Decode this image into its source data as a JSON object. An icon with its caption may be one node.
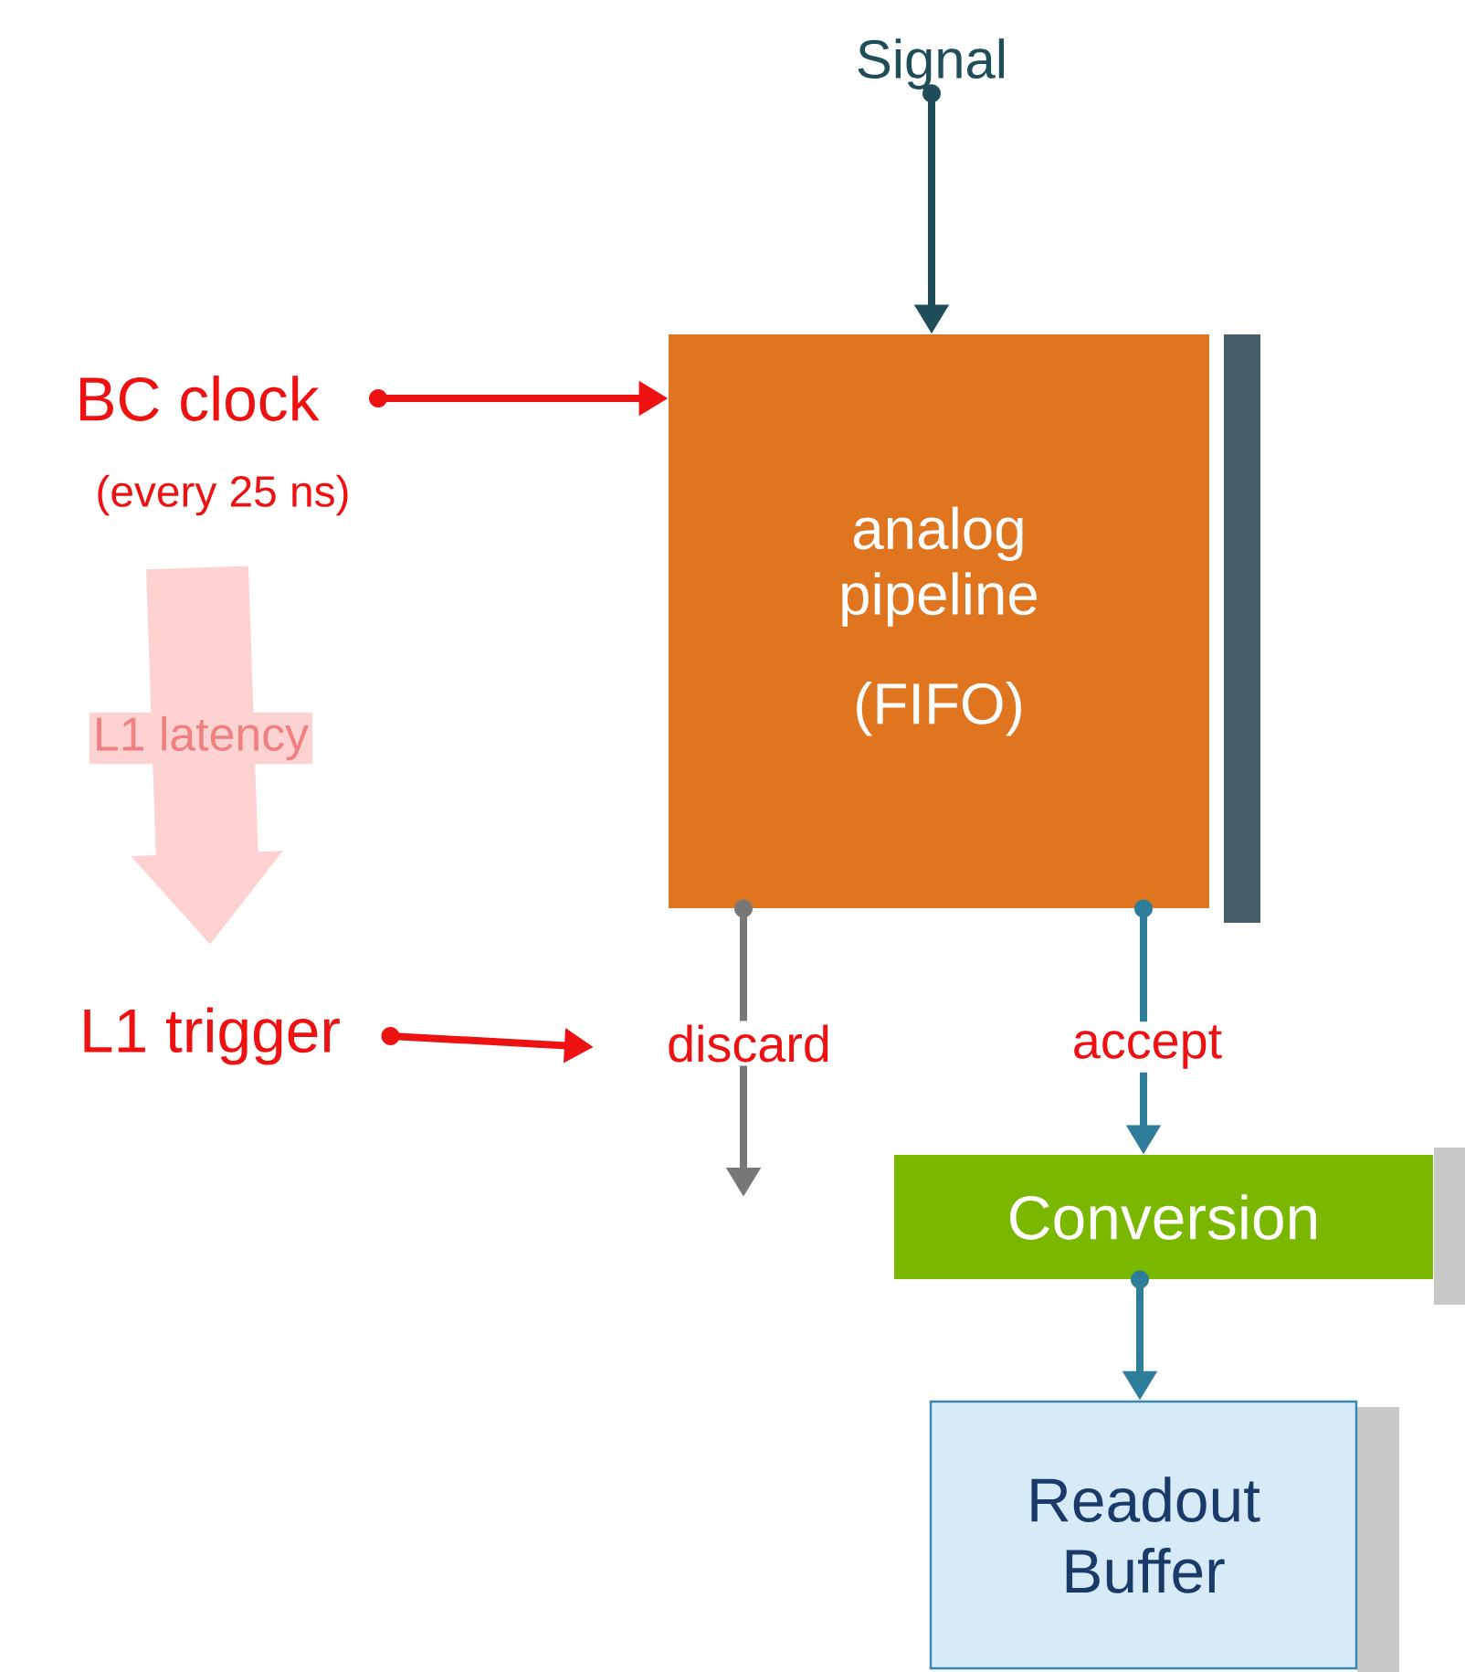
{
  "diagram": {
    "nodes": [
      {
        "text": [
          "Signal"
        ]
      },
      {
        "text": [
          "BC clock"
        ],
        "beside": [
          "(every 25 ns)"
        ]
      },
      {
        "text": [
          "analog pipeline",
          "(FIFO)"
        ]
      },
      {
        "text": [
          "L1 trigger"
        ]
      },
      {
        "text": [
          "Conversion"
        ]
      },
      {
        "text": [
          "Readout Buffer"
        ]
      }
    ],
    "edges": [
      {
        "from": 0,
        "to": 2,
        "arrow": "to",
        "color": "#1f4e5a"
      },
      {
        "from": 1,
        "to": 2,
        "arrow": "to",
        "color": "#ee1111"
      },
      {
        "from": 3,
        "to": null,
        "arrow": "to",
        "color": "#ee1111"
      },
      {
        "from": 2,
        "to": null,
        "arrow": "to",
        "label": "discard",
        "color": "#777777"
      },
      {
        "from": 2,
        "to": 4,
        "arrow": "to",
        "label": "accept",
        "color": "#2e7d9a"
      },
      {
        "from": 4,
        "to": 5,
        "arrow": "to",
        "color": "#2e7d9a"
      },
      {
        "from": 1,
        "to": 3,
        "arrow": "to",
        "label": "L1 latency",
        "style": "thick",
        "color": "#ffd2d2"
      }
    ]
  }
}
